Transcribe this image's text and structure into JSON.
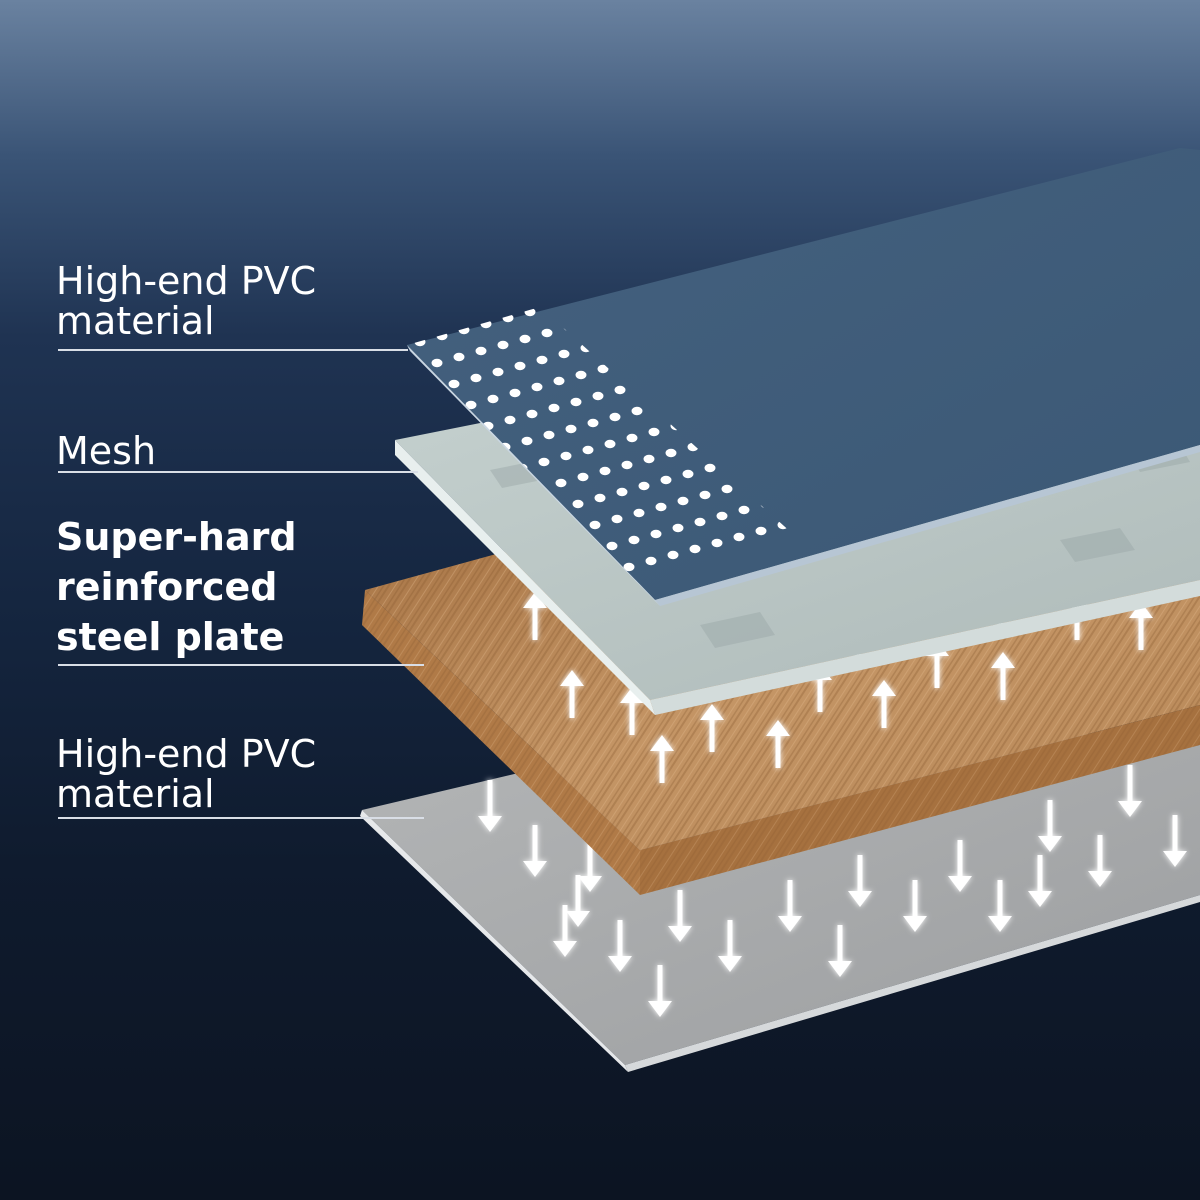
{
  "layers": [
    {
      "id": "top-pvc",
      "lines": [
        "High-end PVC",
        "material"
      ],
      "weight": "normal"
    },
    {
      "id": "mesh",
      "lines": [
        "Mesh"
      ],
      "weight": "normal"
    },
    {
      "id": "steel",
      "lines": [
        "Super-hard",
        "reinforced",
        "steel plate"
      ],
      "weight": "bold"
    },
    {
      "id": "bottom-pvc",
      "lines": [
        "High-end PVC",
        "material"
      ],
      "weight": "normal"
    }
  ],
  "colors": {
    "top_pvc": "#3f5c7a",
    "top_pvc_dots": "#ffffff",
    "mesh": "#b9c5c4",
    "steel_wood": "#b98a58",
    "bottom_pvc": "#a9abac",
    "arrows": "#ffffff"
  }
}
